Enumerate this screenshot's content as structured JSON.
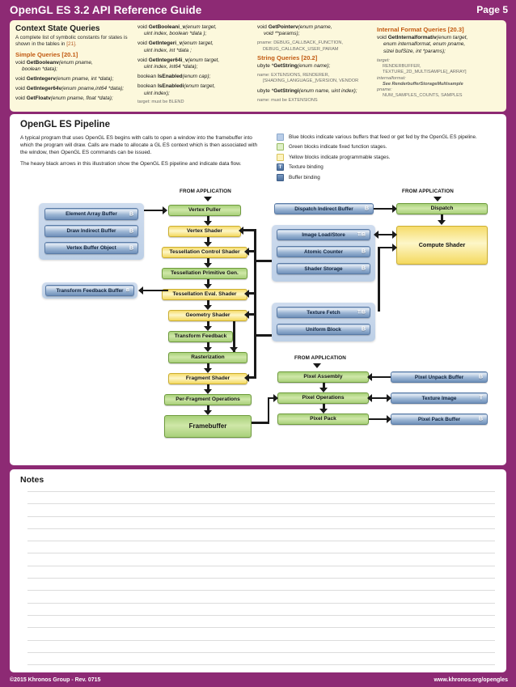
{
  "header": {
    "title": "OpenGL ES 3.2 API Reference Guide",
    "page": "Page 5"
  },
  "reference": {
    "col1": {
      "section_title": "Context State Queries",
      "section_desc_a": "A complete list of symbolic constants for states is shown in the tables in ",
      "section_desc_ref": "[21].",
      "group_title": "Simple Queries",
      "group_num": "[20.1]",
      "fn1_pre": "void ",
      "fn1_name": "GetBooleanv",
      "fn1_args": "(enum pname,",
      "fn1_args2": "boolean *data);",
      "fn2_pre": "void ",
      "fn2_name": "GetIntegerv",
      "fn2_args": "(enum pname, int *data);",
      "fn3_pre": "void ",
      "fn3_name": "GetInteger64v",
      "fn3_args": "(enum pname,int64 *data);",
      "fn4_pre": "void ",
      "fn4_name": "GetFloatv",
      "fn4_args": "(enum pname, float *data);"
    },
    "col2": {
      "fn1_pre": "void ",
      "fn1_name": "GetBooleani_v",
      "fn1_args": "(enum target,",
      "fn1_args2": "uint index, boolean *data );",
      "fn2_pre": "void ",
      "fn2_name": "GetIntegeri_v",
      "fn2_args": "(enum target,",
      "fn2_args2": "uint index, int *data ;",
      "fn3_pre": "void ",
      "fn3_name": "GetInteger64i_v",
      "fn3_args": "(enum target,",
      "fn3_args2": "uint index, int64 *data);",
      "fn4_pre": "boolean ",
      "fn4_name": "IsEnabled",
      "fn4_args": "(enum cap);",
      "fn5_pre": "boolean ",
      "fn5_name": "IsEnabledi",
      "fn5_args": "(enum target,",
      "fn5_args2": "uint index);",
      "note": "target: must be BLEND"
    },
    "col3": {
      "fn1_pre": "void ",
      "fn1_name": "GetPointerv",
      "fn1_args": "(enum pname,",
      "fn1_args2": "void **params);",
      "note1_label": "pname: DEBUG_CALLBACK_FUNCTION,",
      "note1_cont": "DEBUG_CALLBACK_USER_PARAM",
      "group_title": "String Queries",
      "group_num": "[20.2]",
      "fn2_pre": "ubyte *",
      "fn2_name": "GetString",
      "fn2_args": "(enum name);",
      "note2_label": "name: EXTENSIONS, RENDERER,",
      "note2_cont": "[SHADING_LANGUAGE_]VERSION, VENDOR",
      "fn3_pre": "ubyte *",
      "fn3_name": "GetStringi",
      "fn3_args": "(enum name, uint index);",
      "note3": "name: must be EXTENSIONS"
    },
    "col4": {
      "group_title": "Internal Format Queries",
      "group_num": "[20.3]",
      "fn1_pre": "void ",
      "fn1_name": "GetInternalformativ",
      "fn1_args": "(enum target,",
      "fn1_args2": "enum internalformat, enum pname,",
      "fn1_args3": "sizei bufSize, int *params);",
      "note_target_label": "target:",
      "note_target_v1": "RENDERBUFFER,",
      "note_target_v2": "TEXTURE_2D_MULTISAMPLE[_ARRAY]",
      "note_internal_label": "internalformat:",
      "note_internal_v": "See RenderbufferStorageMultisample",
      "note_pname_label": "pname:",
      "note_pname_v": "NUM_SAMPLES_COUNTS, SAMPLES"
    }
  },
  "pipeline": {
    "title": "OpenGL ES Pipeline",
    "para1": "A typical program that uses OpenGL ES begins with calls to open a window into the framebuffer into which the program will draw. Calls are made to allocate a GL ES context which is then associated with the window, then OpenGL ES commands can be issued.",
    "para2": "The heavy black arrows in this illustration show the OpenGL ES pipeline and indicate data flow.",
    "legend": [
      {
        "swatch": "blue",
        "text": "Blue blocks indicate various buffers that feed or get fed by the OpenGL ES pipeline."
      },
      {
        "swatch": "green",
        "text": "Green blocks indicate fixed function stages."
      },
      {
        "swatch": "yellow",
        "text": "Yellow blocks indicate programmable stages."
      },
      {
        "swatch": "T",
        "text": "Texture binding"
      },
      {
        "swatch": "B",
        "text": "Buffer binding"
      }
    ],
    "from_application": "FROM APPLICATION",
    "stages": {
      "vertex_puller": "Vertex Puller",
      "vertex_shader": "Vertex Shader",
      "tess_control": "Tessellation Control Shader",
      "tess_prim_gen": "Tessellation Primitive Gen.",
      "tess_eval": "Tessellation Eval. Shader",
      "geometry_shader": "Geometry Shader",
      "transform_feedback": "Transform Feedback",
      "rasterization": "Rasterization",
      "fragment_shader": "Fragment Shader",
      "per_fragment": "Per-Fragment Operations",
      "framebuffer": "Framebuffer",
      "dispatch": "Dispatch",
      "compute_shader": "Compute Shader",
      "pixel_assembly": "Pixel Assembly",
      "pixel_operations": "Pixel Operations",
      "pixel_pack": "Pixel Pack"
    },
    "buffers": {
      "element_array": {
        "label": "Element Array Buffer",
        "tag": "B"
      },
      "draw_indirect": {
        "label": "Draw Indirect Buffer",
        "tag": "B"
      },
      "vertex_buffer_object": {
        "label": "Vertex Buffer Object",
        "tag": "B"
      },
      "transform_feedback_buffer": {
        "label": "Transform Feedback Buffer",
        "tag": "B"
      },
      "dispatch_indirect": {
        "label": "Dispatch Indirect Buffer",
        "tag": "B"
      },
      "image_load_store": {
        "label": "Image Load/Store",
        "tag": "T/B"
      },
      "atomic_counter": {
        "label": "Atomic Counter",
        "tag": "B"
      },
      "shader_storage": {
        "label": "Shader Storage",
        "tag": "B"
      },
      "texture_fetch": {
        "label": "Texture Fetch",
        "tag": "T/B"
      },
      "uniform_block": {
        "label": "Uniform Block",
        "tag": "B"
      },
      "pixel_unpack_buffer": {
        "label": "Pixel Unpack Buffer",
        "tag": "B"
      },
      "texture_image": {
        "label": "Texture Image",
        "tag": "T"
      },
      "pixel_pack_buffer": {
        "label": "Pixel Pack Buffer",
        "tag": "B"
      }
    }
  },
  "notes": {
    "title": "Notes",
    "line_count": 16
  },
  "footer": {
    "copyright": "©2015 Khronos Group - Rev. 0715",
    "url": "www.khronos.org/opengles"
  },
  "colors": {
    "brand_purple": "#8d2a74",
    "cream": "#fcf8dc",
    "orange_heading": "#c25a11",
    "green_block": "#cfe7a8",
    "yellow_block": "#fdf6c8",
    "blue_block": "#9db6d4"
  }
}
